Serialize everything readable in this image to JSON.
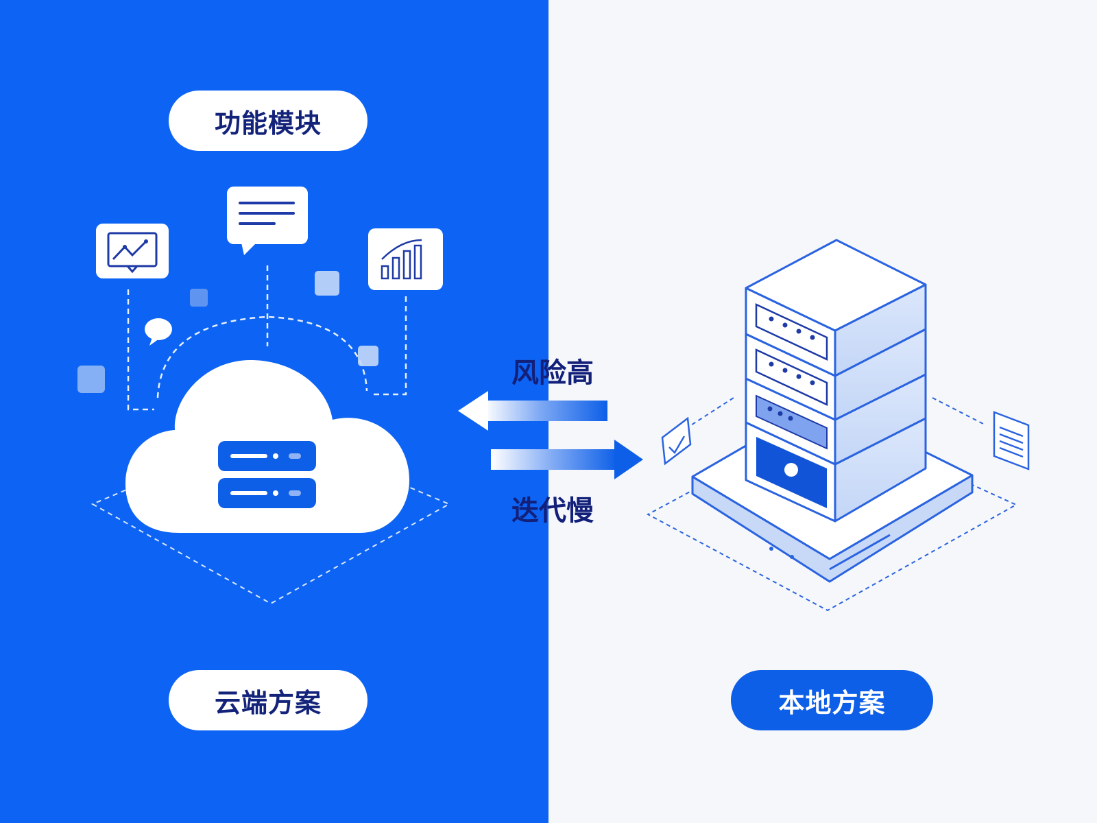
{
  "cloud_side": {
    "module_label": "功能模块",
    "solution_label": "云端方案"
  },
  "local_side": {
    "solution_label": "本地方案"
  },
  "comparison": {
    "risk_label": "风险高",
    "iteration_label": "迭代慢"
  },
  "colors": {
    "primary_blue": "#0d64f4",
    "dark_navy": "#13237a",
    "light_background": "#f6f7fa",
    "white": "#ffffff"
  },
  "icons": [
    "chart-card-icon",
    "chat-message-icon",
    "bar-chart-card-icon",
    "cloud-server-icon",
    "server-stack-icon",
    "arrow-left-icon",
    "arrow-right-icon",
    "check-document-icon",
    "list-document-icon"
  ]
}
